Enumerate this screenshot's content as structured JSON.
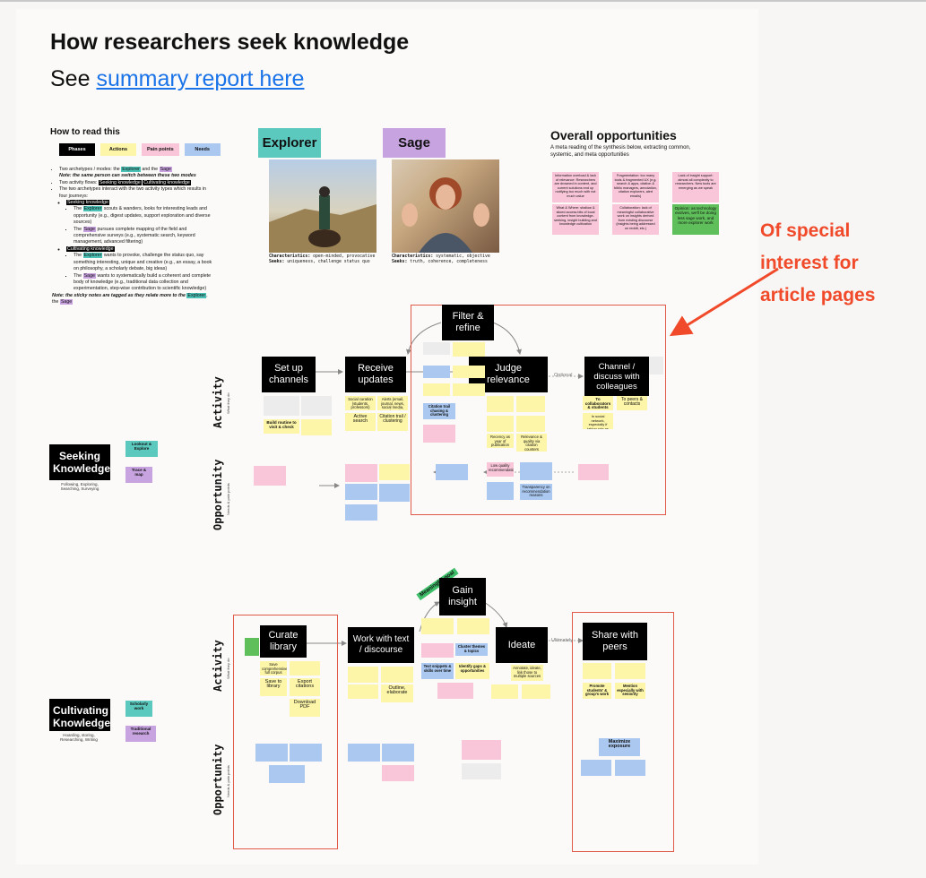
{
  "header": {
    "title": "How researchers seek knowledge",
    "subtitle_prefix": "See ",
    "subtitle_link": "summary report here"
  },
  "how_to_read": {
    "heading": "How to read this",
    "legend": [
      "Phases",
      "Actions",
      "Pain points",
      "Needs"
    ],
    "b1_pre": "Two archetypes / modes: the ",
    "explorer": "Explorer",
    "and_the": " and the ",
    "sage": "Sage",
    "note1": "Note: the same person can switch between these two modes",
    "b2_pre": "Two activity flows: ",
    "seeking_knowledge": "Seeking knowledge",
    "cultivating_knowledge": "Cultivating knowledge",
    "b3": "The two archetypes interact with the two activity types which results in four journeys:",
    "sk_explorer": " scouts & wanders, looks for interesting leads and opportunity (e.g., digest updates, support exploration and diverse sources)",
    "sk_sage": " pursues complete mapping of the field and comprehensive surveys (e.g., systematic search, keyword management, advanced filtering)",
    "ck_explorer": " wants to provoke, challenge the status quo, say something interesting, unique and creative (e.g., an essay, a book on philosophy, a scholarly debate, big ideas)",
    "ck_sage": " wants to systematically build a coherent and complete body of knowledge (e.g., traditional data collection and experimentation, step-wise contribution to scientific knowledge)",
    "the": "The ",
    "note2_pre": "Note: the sticky notes are tagged as they relate more to the ",
    "the_lc": "the "
  },
  "personas": [
    {
      "name": "Explorer",
      "characteristics": "open-minded, provocative",
      "seeks": "uniqueness, challenge status quo",
      "color": "#5cc9bf"
    },
    {
      "name": "Sage",
      "characteristics": "systematic, objective",
      "seeks": "truth, coherence, completeness",
      "color": "#c7a3e0"
    }
  ],
  "labels": {
    "characteristics": "Characteristics:",
    "seeks": "Seeks:"
  },
  "opportunities": {
    "title": "Overall opportunities",
    "subtitle": "A meta reading of the synthesis below, extracting common, systemic, and meta opportunities",
    "cards": [
      {
        "text": "Information overload & lack of relevance: Researchers are drowned in content, and current solutions end up notifying too much with not much value",
        "color": "pink"
      },
      {
        "text": "Fragmentation: too many tools & fragmented UX (e.g. search & apps, citation & biblio managers, annotation, citation explorers, alert emails)",
        "color": "pink"
      },
      {
        "text": "Lack of insight support: almost all complexity to researchers. New tools are emerging as we speak",
        "color": "pink"
      },
      {
        "text": "What & Where: shallow & siloed access bits of local content from knowledge-seeking, insight building and knowledge cultivation",
        "color": "pink"
      },
      {
        "text": "Collaboration: lack of meaningful collaborative work on insights derived from existing discourse (insights being addressed on reddit, etc.)",
        "color": "pink"
      },
      {
        "text": "Opinion: as technology evolves, we'll be doing less sage work, and more explorer work",
        "color": "green"
      }
    ]
  },
  "callout": {
    "line1": "Of special",
    "line2": "interest for",
    "line3": "article pages"
  },
  "rows": {
    "activity": "Activity",
    "activity_sub": "What they do",
    "opportunity": "Opportunity",
    "opportunity_sub": "Needs & pain points"
  },
  "journeys": [
    {
      "title": "Seeking Knowledge",
      "sub": "Following, Exploring, Searching, Surveying",
      "tags": [
        "Lookout & Explore",
        "Trace & map"
      ]
    },
    {
      "title": "Cultivating Knowledge",
      "sub": "Hoarding, storing, Researching, Writing",
      "tags": [
        "Scholarly work",
        "Traditional research"
      ]
    }
  ],
  "phases_seek": [
    "Set up channels",
    "Receive updates",
    "Filter & refine",
    "Judge relevance",
    "Channel / discuss with colleagues"
  ],
  "phases_cult": [
    "Curate library",
    "Work with text / discourse",
    "Gain insight",
    "Ideate",
    "Share with peers"
  ],
  "arrow_labels": {
    "optional": "Optional",
    "ultimately": "Ultimately"
  },
  "meaningful_goal": "Meaningful goal",
  "seek_stickies": {
    "build_routine": "Build routine to visit & check",
    "active_search": "Active search",
    "citation_trail": "Citation trail / clustering",
    "social_curation": "Social curation (students, professors)",
    "alerts": "Alerts (email, journal, news, social media, podcasts)",
    "citation_trail2": "Citation trail chasing & clustering",
    "recency": "Recency as year of publication",
    "relevance": "Relevance & quality via citation counters",
    "to_collab": "To collaborators & students",
    "to_peers": "To peers & contacts",
    "social_net": "In social network, especially if taking role as curator",
    "transparency": "Transparency on recommendation reasons",
    "low_quality": "Low quality recommendations"
  },
  "cult_stickies": {
    "save_library": "Save to library",
    "export_citations": "Export citations",
    "download_pdf": "Download PDF",
    "save_comp": "Save comprehensive, full corpus",
    "outline": "Outline, elaborate",
    "text_snippets": "Text snippets & skills over time",
    "identify_gaps": "Identify gaps & opportunities",
    "cluster_themes": "Cluster themes & topics",
    "annotate": "Annotate, ideate, link those to multiple sources",
    "promote": "Promote students' & group's work",
    "mention": "Mention especially with seniority",
    "maximize": "Maximize exposure"
  }
}
